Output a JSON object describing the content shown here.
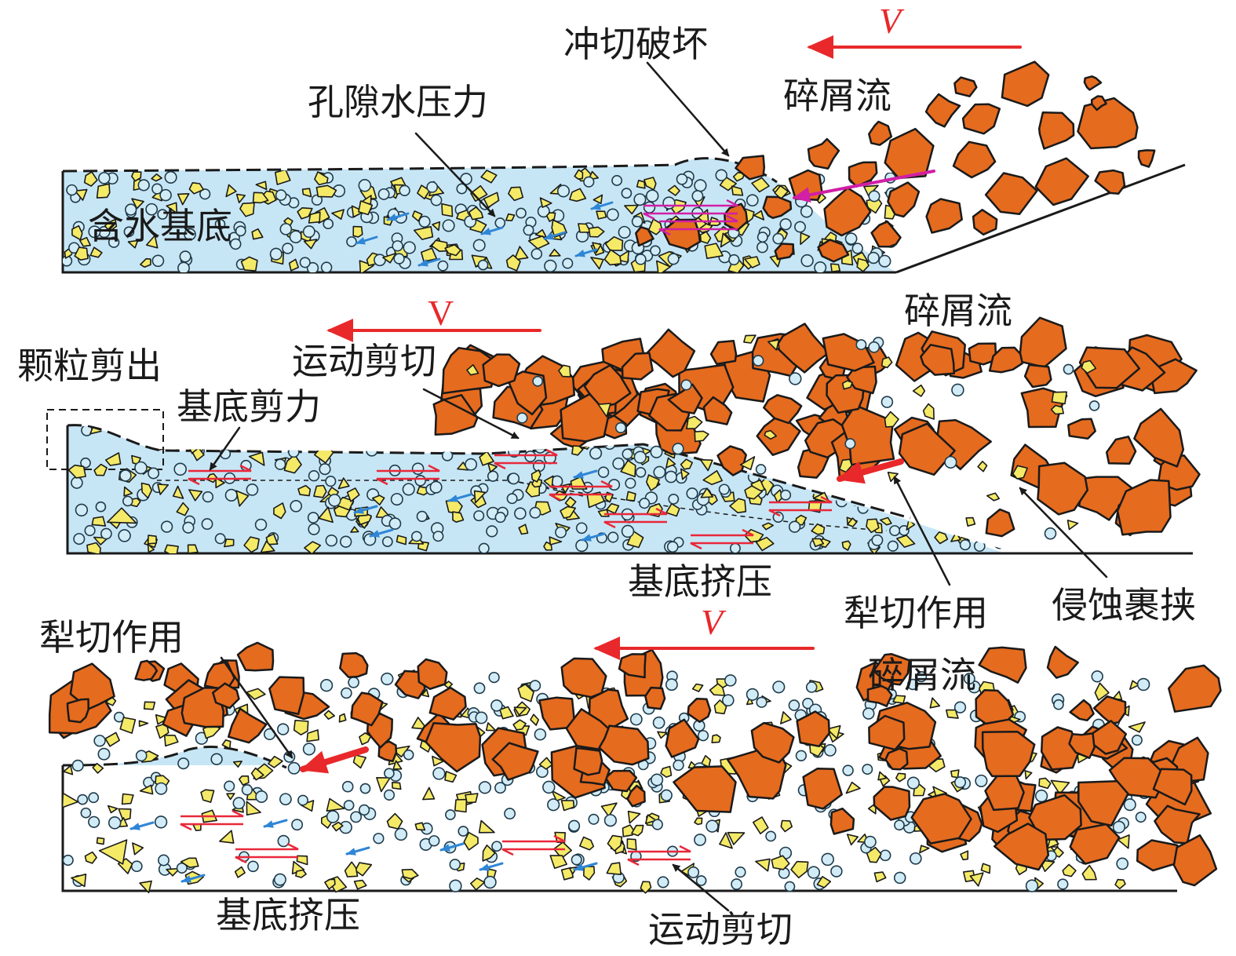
{
  "colors": {
    "substrate_fill": "#c7e6f5",
    "debris_fill": "#e56b1f",
    "grain_fill": "#f4ea68",
    "bubble_fill": "#d2ecf7",
    "outline": "#1a1a1a",
    "velocity_arrow": "#e8282a",
    "shear_arrow_red": "#e8283a",
    "shear_arrow_magenta": "#d11fa6",
    "flow_arrow_blue": "#2f86d6"
  },
  "panels": [
    {
      "id": "top",
      "labels": {
        "velocity": "V",
        "debris_flow": "碎屑流",
        "punch_shear_failure": "冲切破坏",
        "pore_water_pressure": "孔隙水压力",
        "water_bearing_substrate": "含水基底"
      }
    },
    {
      "id": "middle",
      "labels": {
        "velocity": "V",
        "debris_flow": "碎屑流",
        "particle_shear_out": "颗粒剪出",
        "motion_shear": "运动剪切",
        "substrate_shear_force": "基底剪力",
        "substrate_compression": "基底挤压",
        "plowing": "犁切作用",
        "erosion_entrainment": "侵蚀裹挟"
      }
    },
    {
      "id": "bottom",
      "labels": {
        "velocity": "V",
        "debris_flow": "碎屑流",
        "plowing": "犁切作用",
        "substrate_compression": "基底挤压",
        "motion_shear": "运动剪切"
      }
    }
  ]
}
